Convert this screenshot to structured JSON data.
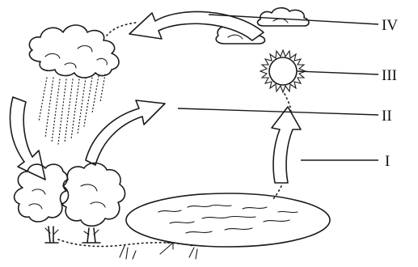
{
  "labels": {
    "i": "I",
    "ii": "II",
    "iii": "III",
    "iv": "IV"
  }
}
